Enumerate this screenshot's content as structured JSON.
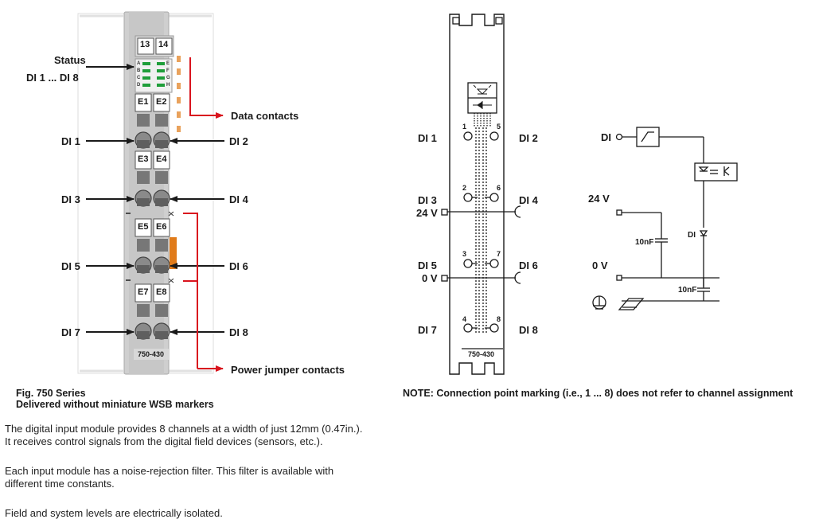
{
  "left_figure": {
    "labels": {
      "status": "Status",
      "status_range": "DI 1 ... DI 8",
      "di1": "DI 1",
      "di2": "DI 2",
      "di3": "DI 3",
      "di4": "DI 4",
      "di5": "DI 5",
      "di6": "DI 6",
      "di7": "DI 7",
      "di8": "DI 8",
      "data_contacts": "Data contacts",
      "power_jumper_contacts": "Power jumper contacts"
    },
    "marker_numbers": [
      "13",
      "14"
    ],
    "entry_labels": [
      "E1",
      "E2",
      "E3",
      "E4",
      "E5",
      "E6",
      "E7",
      "E8"
    ],
    "led_letters_left": [
      "A",
      "B",
      "C",
      "D"
    ],
    "led_letters_right": [
      "E",
      "F",
      "G",
      "H"
    ],
    "module_number": "750-430",
    "caption_line1": "Fig. 750 Series",
    "caption_line2": "Delivered without miniature WSB markers",
    "colors": {
      "arrow": "#1a1a1a",
      "red_line": "#d9141e",
      "led_green": "#1f9e3a",
      "orange_contact": "#e07b1a"
    }
  },
  "right_figure": {
    "labels": {
      "di1": "DI 1",
      "di2": "DI 2",
      "di3": "DI 3",
      "di4": "DI 4",
      "di5": "DI 5",
      "di6": "DI 6",
      "di7": "DI 7",
      "di8": "DI 8",
      "v24": "24 V",
      "v0": "0 V"
    },
    "pin_numbers": [
      "1",
      "5",
      "2",
      "6",
      "3",
      "7",
      "4",
      "8"
    ],
    "module_number": "750-430",
    "note": "NOTE: Connection point marking (i.e., 1 ... 8) does not refer to channel assignment"
  },
  "schematic": {
    "di": "DI",
    "v24": "24 V",
    "v0": "0 V",
    "cap1": "10nF",
    "cap2": "10nF",
    "led": "DI"
  },
  "description": [
    "The digital input module provides 8 channels at a width of just 12mm (0.47in.).",
    "It receives control signals from the digital field devices (sensors, etc.).",
    "Each input module has a noise-rejection filter. This filter is available with",
    "different time constants.",
    "Field and system levels are electrically isolated."
  ]
}
